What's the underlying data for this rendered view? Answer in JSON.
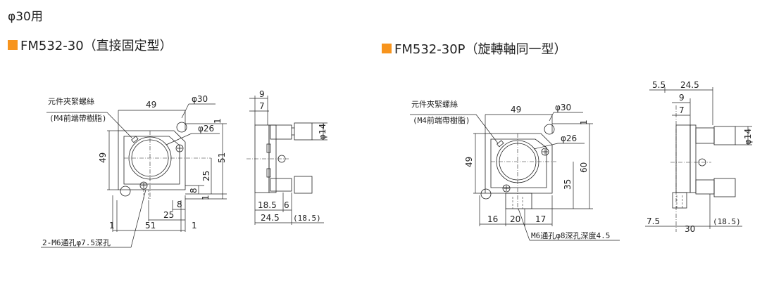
{
  "page_title": "φ30用",
  "accent_color": "#f7941d",
  "sections": [
    {
      "title": "FM532-30（直接固定型）",
      "labels": {
        "clamp_line1": "元件夾緊螺絲",
        "clamp_line2": "(M4前端帶樹脂)",
        "mount_hole": "2-M6通孔φ7.5深孔"
      },
      "dims": {
        "width": "49",
        "height": "49",
        "bore": "φ30",
        "ring": "φ26",
        "d51v": "51",
        "d25v": "25",
        "d8v": "8",
        "d1a": "1",
        "d1b": "1",
        "d8h": "8",
        "d25h": "25",
        "d51h": "51",
        "d1l": "1",
        "d1r": "1",
        "side_9": "9",
        "side_7": "7",
        "side_phi14": "φ14",
        "side_185": "18.5",
        "side_6": "6",
        "side_245": "24.5",
        "side_185p": "(18.5)"
      }
    },
    {
      "title": "FM532-30P（旋轉軸同一型）",
      "labels": {
        "clamp_line1": "元件夾緊螺絲",
        "clamp_line2": "(M4前端帶樹脂)",
        "mount_hole": "M6通孔φ8深孔深度4.5"
      },
      "dims": {
        "width": "49",
        "height": "49",
        "bore": "φ30",
        "ring": "φ26",
        "d60": "60",
        "d35": "35",
        "d1": "1",
        "d16": "16",
        "d20": "20",
        "d17": "17",
        "side_55": "5.5",
        "side_245": "24.5",
        "side_9": "9",
        "side_7": "7",
        "side_phi14": "φ14",
        "side_75": "7.5",
        "side_30": "30",
        "side_185p": "(18.5)"
      }
    }
  ]
}
